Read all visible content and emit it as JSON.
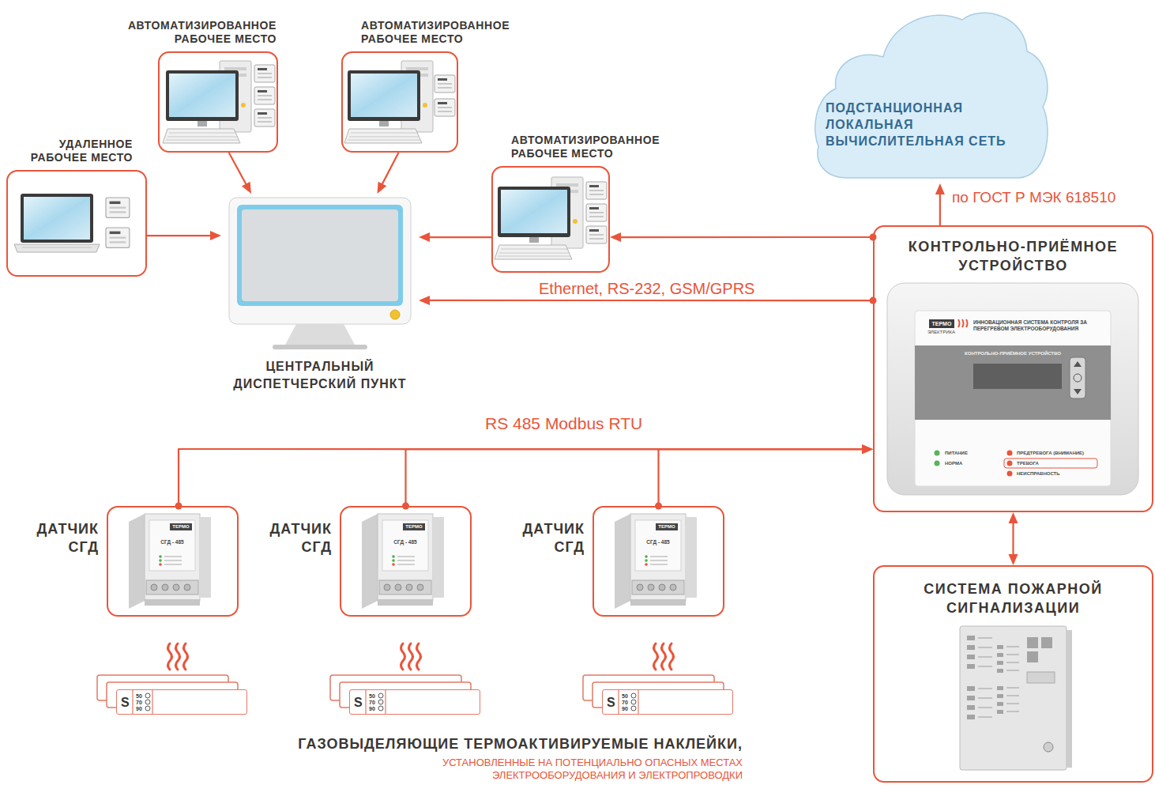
{
  "diagram": {
    "nodes": [
      {
        "text": [
          "АВТОМАТИЗИРОВАННОЕ РАБОЧЕЕ МЕСТО"
        ]
      },
      {
        "text": [
          "АВТОМАТИЗИРОВАННОЕ РАБОЧЕЕ МЕСТО"
        ]
      },
      {
        "text": [
          "УДАЛЕННОЕ РАБОЧЕЕ МЕСТО"
        ]
      },
      {
        "text": [
          "АВТОМАТИЗИРОВАННОЕ РАБОЧЕЕ МЕСТО"
        ]
      },
      {
        "text": [
          "ПОДСТАНЦИОННАЯ ЛОКАЛЬНАЯ ВЫЧИСЛИТЕЛЬНАЯ СЕТЬ"
        ]
      },
      {
        "text": [
          "ЦЕНТРАЛЬНЫЙ ДИСПЕТЧЕРСКИЙ ПУНКТ"
        ]
      },
      {
        "text": [
          "КОНТРОЛЬНО-ПРИЁМНОЕ УСТРОЙСТВО"
        ]
      },
      {
        "text": [
          "ДАТЧИК СГД"
        ]
      },
      {
        "text": [
          "ДАТЧИК СГД"
        ]
      },
      {
        "text": [
          "ДАТЧИК СГД"
        ]
      },
      {
        "text": [
          "СИСТЕМА ПОЖАРНОЙ СИГНАЛИЗАЦИИ"
        ]
      },
      {
        "text": [
          "S",
          "50 70 90"
        ]
      },
      {
        "text": [
          "S",
          "50 70 90"
        ]
      },
      {
        "text": [
          "S",
          "50 70 90"
        ]
      }
    ],
    "edges": [
      {
        "from": 2,
        "to": 5,
        "arrow": "to"
      },
      {
        "from": 0,
        "to": 5,
        "arrow": "to"
      },
      {
        "from": 1,
        "to": 5,
        "arrow": "to"
      },
      {
        "from": 3,
        "to": 5,
        "arrow": "to"
      },
      {
        "from": 6,
        "to": 3,
        "arrow": "to"
      },
      {
        "from": 6,
        "to": 5,
        "label": "Ethernet, RS-232, GSM/GPRS",
        "arrow": "to"
      },
      {
        "from": 6,
        "to": 4,
        "label": "по ГОСТ Р МЭК 618510",
        "arrow": "to"
      },
      {
        "from": 7,
        "to": 6,
        "label": "RS 485 Modbus RTU",
        "arrow": "to"
      },
      {
        "from": 8,
        "to": 6,
        "arrow": "to"
      },
      {
        "from": 9,
        "to": 6,
        "arrow": "to"
      },
      {
        "from": 6,
        "to": 10,
        "arrow": "both"
      }
    ],
    "labels": [
      "ТЕРМО",
      "ЭЛЕКТРИКА",
      "ИННОВАЦИОННАЯ СИСТЕМА КОНТРОЛЯ ЗА ПЕРЕГРЕВОМ ЭЛЕКТРООБОРУДОВАНИЯ",
      "КОНТРОЛЬНО-ПРИЁМНОЕ УСТРОЙСТВО",
      "ПИТАНИЕ",
      "НОРМА",
      "ПРЕДТРЕВОГА (ВНИМАНИЕ)",
      "ТРЕВОГА",
      "НЕИСПРАВНОСТЬ",
      "ТЕРМО",
      "СГД - 485",
      "ТЕРМО",
      "СГД - 485",
      "ТЕРМО",
      "СГД - 485",
      "ГАЗОВЫДЕЛЯЮЩИЕ ТЕРМОАКТИВИРУЕМЫЕ НАКЛЕЙКИ,",
      "УСТАНОВЛЕННЫЕ НА ПОТЕНЦИАЛЬНО ОПАСНЫХ МЕСТАХ ЭЛЕКТРООБОРУДОВАНИЯ И ЭЛЕКТРОПРОВОДКИ"
    ]
  }
}
